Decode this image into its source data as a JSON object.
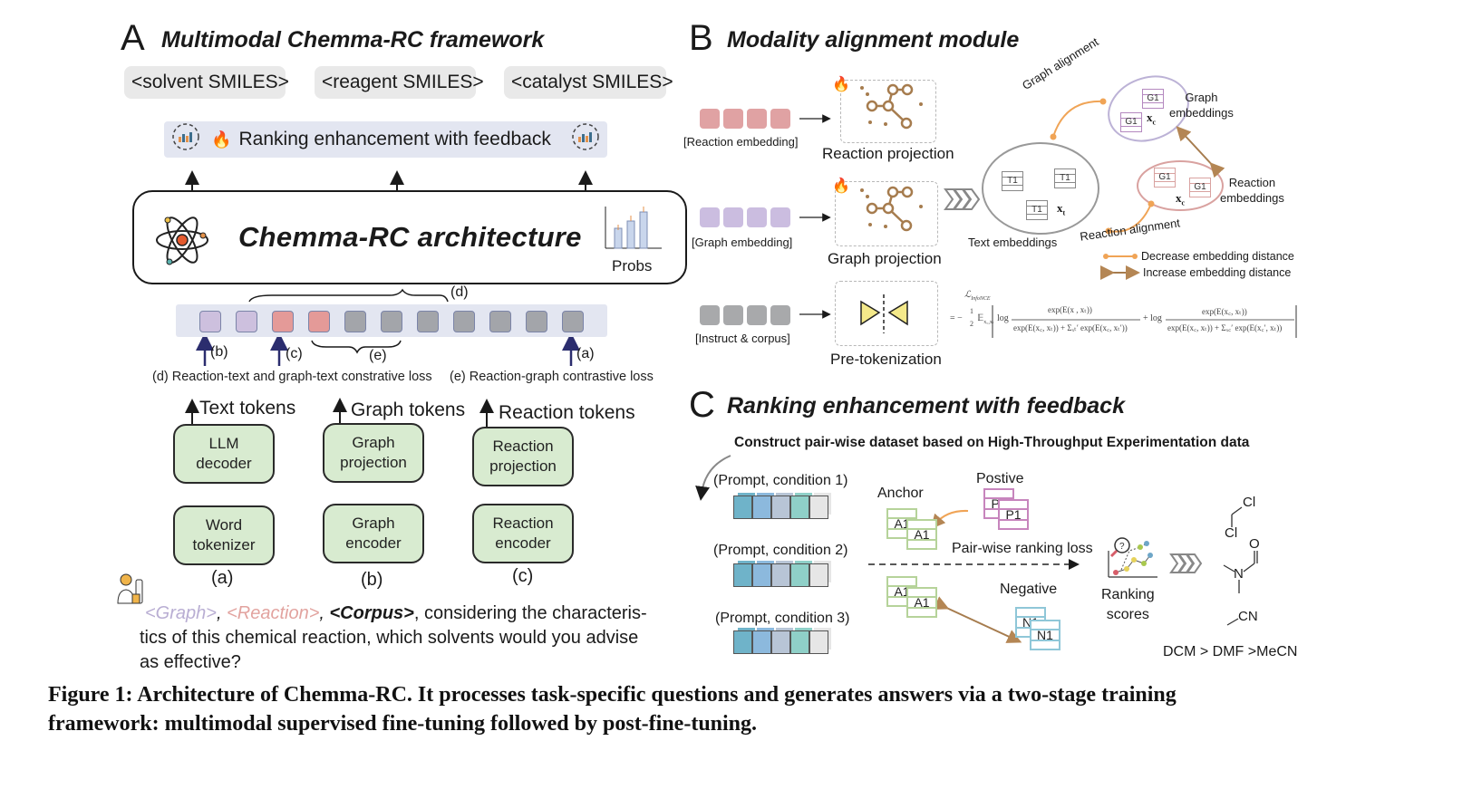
{
  "panel_a": {
    "letter": "A",
    "title": "Multimodal Chemma-RC framework",
    "outputs": [
      "<solvent SMILES>",
      "<reagent SMILES>",
      "<catalyst SMILES>"
    ],
    "ranking_bar": "Ranking enhancement with feedback",
    "architecture_title": "Chemma-RC  architecture",
    "probs_label": "Probs",
    "token_labels": {
      "d": "(d)",
      "e": "(e)",
      "a": "(a)",
      "b": "(b)",
      "c": "(c)"
    },
    "token_colors": [
      "#cdc0de",
      "#cdc0de",
      "#e49a98",
      "#e49a98",
      "#a3a5aa",
      "#a3a5aa",
      "#a3a5aa",
      "#a3a5aa",
      "#a3a5aa",
      "#a3a5aa",
      "#a3a5aa"
    ],
    "loss_d": "(d) Reaction-text and graph-text constrative loss",
    "loss_e": "(e) Reaction-graph contrastive loss",
    "token_streams": [
      "Text tokens",
      "Graph tokens",
      "Reaction tokens"
    ],
    "upper_boxes": [
      "LLM\ndecoder",
      "Graph\nprojection",
      "Reaction\nprojection"
    ],
    "lower_boxes": [
      "Word\ntokenizer",
      "Graph\nencoder",
      "Reaction\nencoder"
    ],
    "column_labels": [
      "(a)",
      "(b)",
      "(c)"
    ],
    "question": {
      "graph": "<Graph>",
      "reaction": "<Reaction>",
      "corpus": "<Corpus>",
      "sep": ", ",
      "line1_rest": ", considering the characteris-",
      "line2": "tics of this chemical reaction, which solvents would you advise",
      "line3": "as effective?"
    },
    "colors": {
      "graph": "#b9aed3",
      "reaction": "#e2a39f"
    }
  },
  "panel_b": {
    "letter": "B",
    "title": "Modality alignment module",
    "rows": [
      {
        "embedding_label": "[Reaction  embedding]",
        "module_label": "Reaction projection",
        "color": "#e0a2a3"
      },
      {
        "embedding_label": "[Graph embedding]",
        "module_label": "Graph projection",
        "color": "#cbbde0"
      },
      {
        "embedding_label": "[Instruct & corpus]",
        "module_label": "Pre-tokenization",
        "color": "#a8a9ab"
      }
    ],
    "graph_alignment": "Graph alignment",
    "reaction_alignment": "Reaction alignment",
    "text_embeddings": "Text embeddings",
    "graph_embeddings": "Graph\nembeddings",
    "reaction_embeddings": "Reaction\nembeddings",
    "text_token": "T1",
    "graph_token": "G1",
    "xt": "x",
    "xc": "x",
    "legend_decrease": "Decrease embedding distance",
    "legend_increase": "Increase embedding distance",
    "formula": {
      "lhs": "ℒ",
      "lhs_sub": "InfoNCE",
      "eq": "= −",
      "half_num": "1",
      "half_den": "2",
      "expect": "𝔼",
      "expect_sub": "x꜀,xₜ",
      "log": "log",
      "num1": "exp(E(x , xₜ))",
      "den1": "exp(E(x꜀, xₜ)) + Σₓₜ′ exp(E(x꜀, xₜ′))",
      "plus_log": "+ log",
      "num2": "exp(E(x꜀, xₜ))",
      "den2": "exp(E(x꜀, xₜ)) + Σₓ꜀′ exp(E(x꜀′, xₜ))"
    }
  },
  "panel_c": {
    "letter": "C",
    "title": "Ranking enhancement with feedback",
    "subtitle": "Construct pair-wise dataset based on High-Throughput Experimentation data",
    "prompts": [
      "(Prompt, condition 1)",
      "(Prompt, condition 2)",
      "(Prompt, condition 3)"
    ],
    "cube_colors": [
      "#6fb3c9",
      "#8cb9dd",
      "#b8c5d6",
      "#8fd0c8",
      "#e6e6e6"
    ],
    "anchor": "Anchor",
    "positive": "Postive",
    "negative": "Negative",
    "anchor_token": "A1",
    "positive_token": "P1",
    "negative_token": "N1",
    "pairwise_loss": "Pair-wise ranking loss",
    "ranking_scores": "Ranking\nscores",
    "molecules": {
      "cl1": "Cl",
      "cl2": "Cl",
      "o": "O",
      "n": "N",
      "cn": "CN"
    },
    "result": "DCM > DMF >MeCN"
  },
  "caption": {
    "line1": "Figure 1: Architecture of Chemma-RC. It processes task-specific questions and generates answers via a two-stage training",
    "line2": "framework: multimodal supervised fine-tuning followed by post-fine-tuning."
  }
}
